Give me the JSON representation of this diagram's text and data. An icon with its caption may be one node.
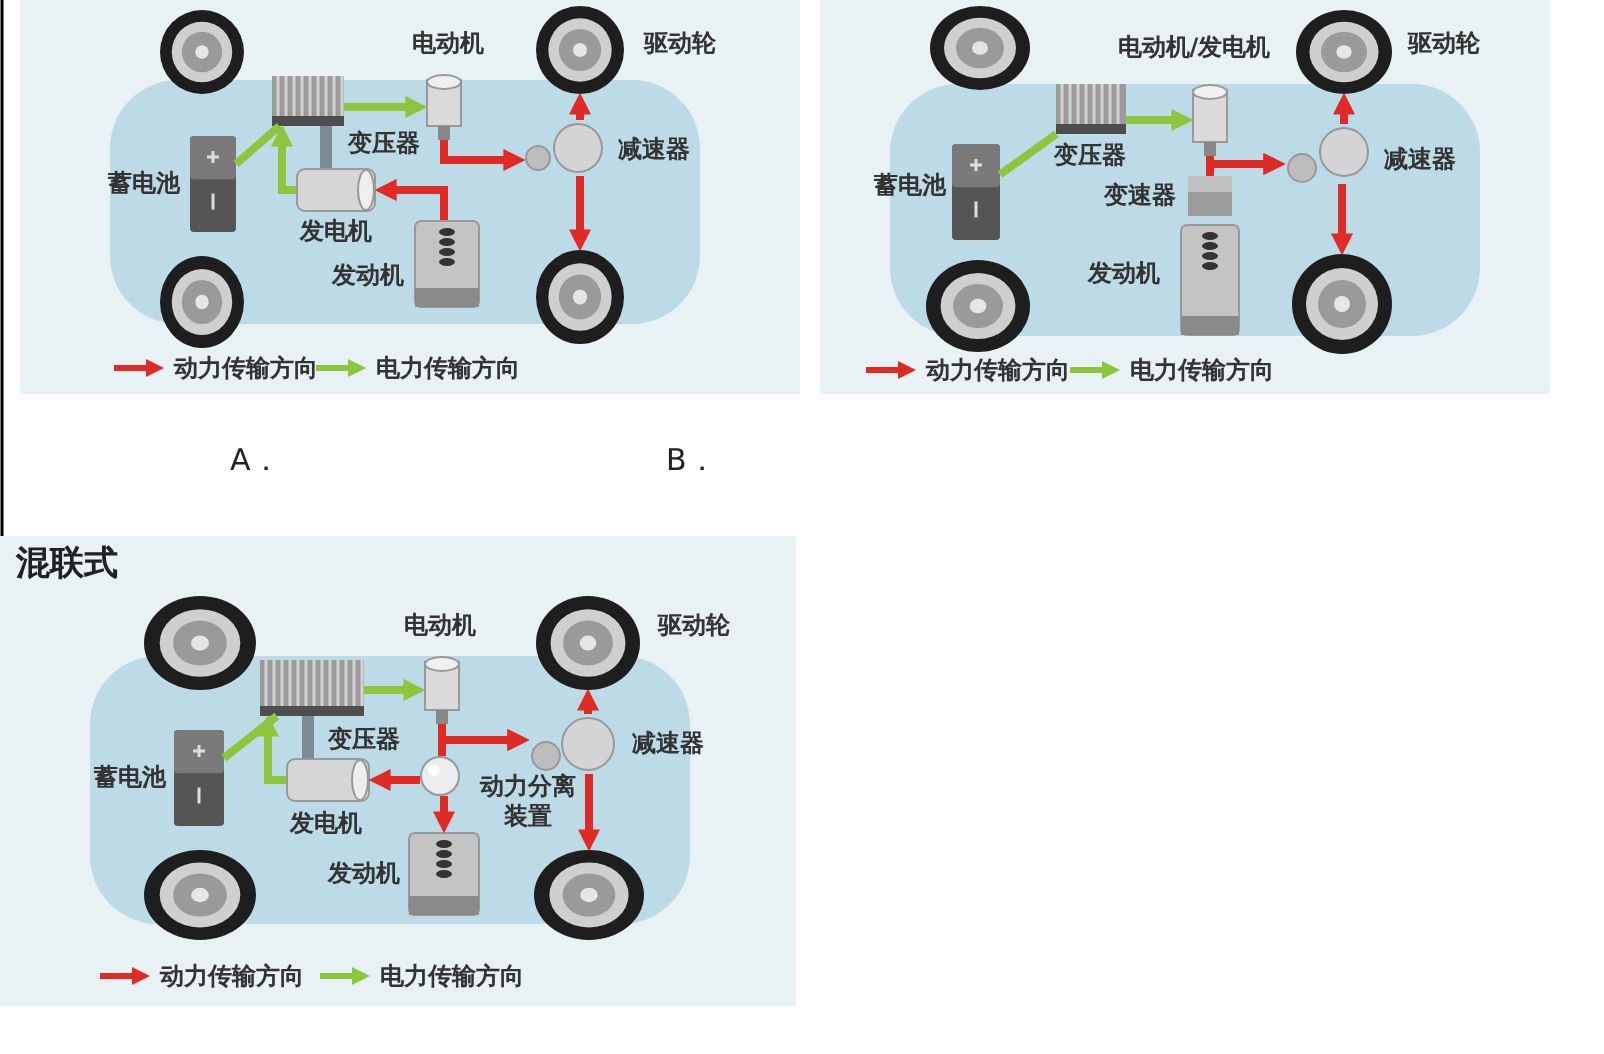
{
  "diagram": {
    "nodes": [
      {
        "text": [
          "电动机"
        ]
      },
      {
        "text": [
          "驱动轮"
        ]
      },
      {
        "text": [
          "变压器"
        ]
      },
      {
        "text": [
          "蓄电池"
        ]
      },
      {
        "text": [
          "减速器"
        ]
      },
      {
        "text": [
          "发电机"
        ]
      },
      {
        "text": [
          "发动机"
        ]
      },
      {
        "text": [],
        "shape": "picture"
      },
      {
        "text": [
          "电动机/发电机"
        ]
      },
      {
        "text": [
          "驱动轮"
        ]
      },
      {
        "text": [
          "变压器"
        ]
      },
      {
        "text": [
          "蓄电池"
        ]
      },
      {
        "text": [
          "减速器"
        ]
      },
      {
        "text": [
          "变速器"
        ]
      },
      {
        "text": [
          "发动机"
        ]
      },
      {
        "text": [],
        "shape": "picture"
      },
      {
        "text": [
          "电动机"
        ]
      },
      {
        "text": [
          "驱动轮"
        ]
      },
      {
        "text": [
          "变压器"
        ]
      },
      {
        "text": [
          "蓄电池"
        ]
      },
      {
        "text": [
          "减速器"
        ]
      },
      {
        "text": [
          "发电机"
        ]
      },
      {
        "text": [
          "动力分离装置"
        ]
      },
      {
        "text": [
          "发动机"
        ]
      },
      {
        "text": [],
        "shape": "picture"
      }
    ],
    "edges": [
      {
        "from": 3,
        "to": 2,
        "arrow": "none",
        "color": "#8cc63f"
      },
      {
        "from": 2,
        "to": 0,
        "arrow": "to",
        "color": "#8cc63f"
      },
      {
        "from": 5,
        "to": 2,
        "arrow": "to",
        "color": "#8cc63f"
      },
      {
        "from": 0,
        "to": 4,
        "arrow": "to"
      },
      {
        "from": 6,
        "to": 5,
        "arrow": "to"
      },
      {
        "from": 4,
        "to": 1,
        "arrow": "to"
      },
      {
        "from": 4,
        "to": 7,
        "arrow": "to"
      },
      {
        "from": 11,
        "to": 10,
        "arrow": "none",
        "color": "#8cc63f"
      },
      {
        "from": 10,
        "to": 8,
        "arrow": "to",
        "color": "#8cc63f"
      },
      {
        "from": 8,
        "to": 12,
        "arrow": "to"
      },
      {
        "from": 13,
        "to": 12,
        "arrow": "to"
      },
      {
        "from": 12,
        "to": 9,
        "arrow": "to"
      },
      {
        "from": 12,
        "to": 15,
        "arrow": "to"
      },
      {
        "from": 19,
        "to": 18,
        "arrow": "none",
        "color": "#8cc63f"
      },
      {
        "from": 18,
        "to": 16,
        "arrow": "to",
        "color": "#8cc63f"
      },
      {
        "from": 21,
        "to": 18,
        "arrow": "to",
        "color": "#8cc63f"
      },
      {
        "from": 16,
        "to": 20,
        "arrow": "to"
      },
      {
        "from": 22,
        "to": 20,
        "arrow": "to"
      },
      {
        "from": 22,
        "to": 21,
        "arrow": "to"
      },
      {
        "from": 22,
        "to": 23,
        "arrow": "to"
      },
      {
        "from": 20,
        "to": 17,
        "arrow": "to"
      },
      {
        "from": 20,
        "to": 24,
        "arrow": "to"
      }
    ],
    "labels": [
      "A．",
      "B．",
      "混联式"
    ],
    "legend": [
      {
        "text": "动力传输方向"
      },
      {
        "text": "电力传输方向"
      },
      {
        "text": "动力传输方向"
      },
      {
        "text": "电力传输方向"
      },
      {
        "text": "动力传输方向"
      },
      {
        "text": "电力传输方向"
      }
    ]
  }
}
